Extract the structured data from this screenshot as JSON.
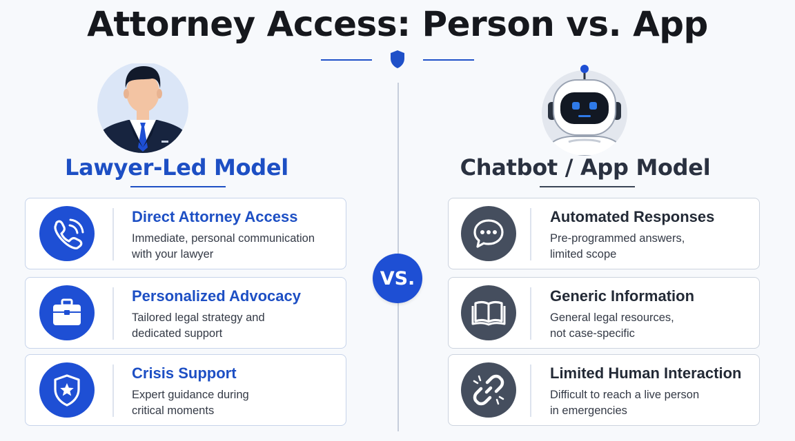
{
  "title": "Attorney Access: Person vs. App",
  "vs_label": "VS.",
  "colors": {
    "accent_blue": "#1e4fd4",
    "slate": "#454e5e",
    "divider": "#c6cedb"
  },
  "left": {
    "heading": "Lawyer-Led Model",
    "avatar_icon": "lawyer-avatar-icon",
    "cards": [
      {
        "icon": "phone-icon",
        "title": "Direct Attorney Access",
        "line1": "Immediate, personal communication",
        "line2": "with your lawyer"
      },
      {
        "icon": "briefcase-icon",
        "title": "Personalized Advocacy",
        "line1": "Tailored legal strategy and",
        "line2": "dedicated support"
      },
      {
        "icon": "shield-star-icon",
        "title": "Crisis Support",
        "line1": "Expert guidance during",
        "line2": "critical moments"
      }
    ]
  },
  "right": {
    "heading": "Chatbot / App Model",
    "avatar_icon": "robot-avatar-icon",
    "cards": [
      {
        "icon": "chat-bubble-icon",
        "title": "Automated Responses",
        "line1": "Pre-programmed answers,",
        "line2": "limited scope"
      },
      {
        "icon": "open-book-icon",
        "title": "Generic Information",
        "line1": "General legal resources,",
        "line2": "not case-specific"
      },
      {
        "icon": "broken-link-icon",
        "title": "Limited Human Interaction",
        "line1": "Difficult to reach a live person",
        "line2": "in emergencies"
      }
    ]
  }
}
